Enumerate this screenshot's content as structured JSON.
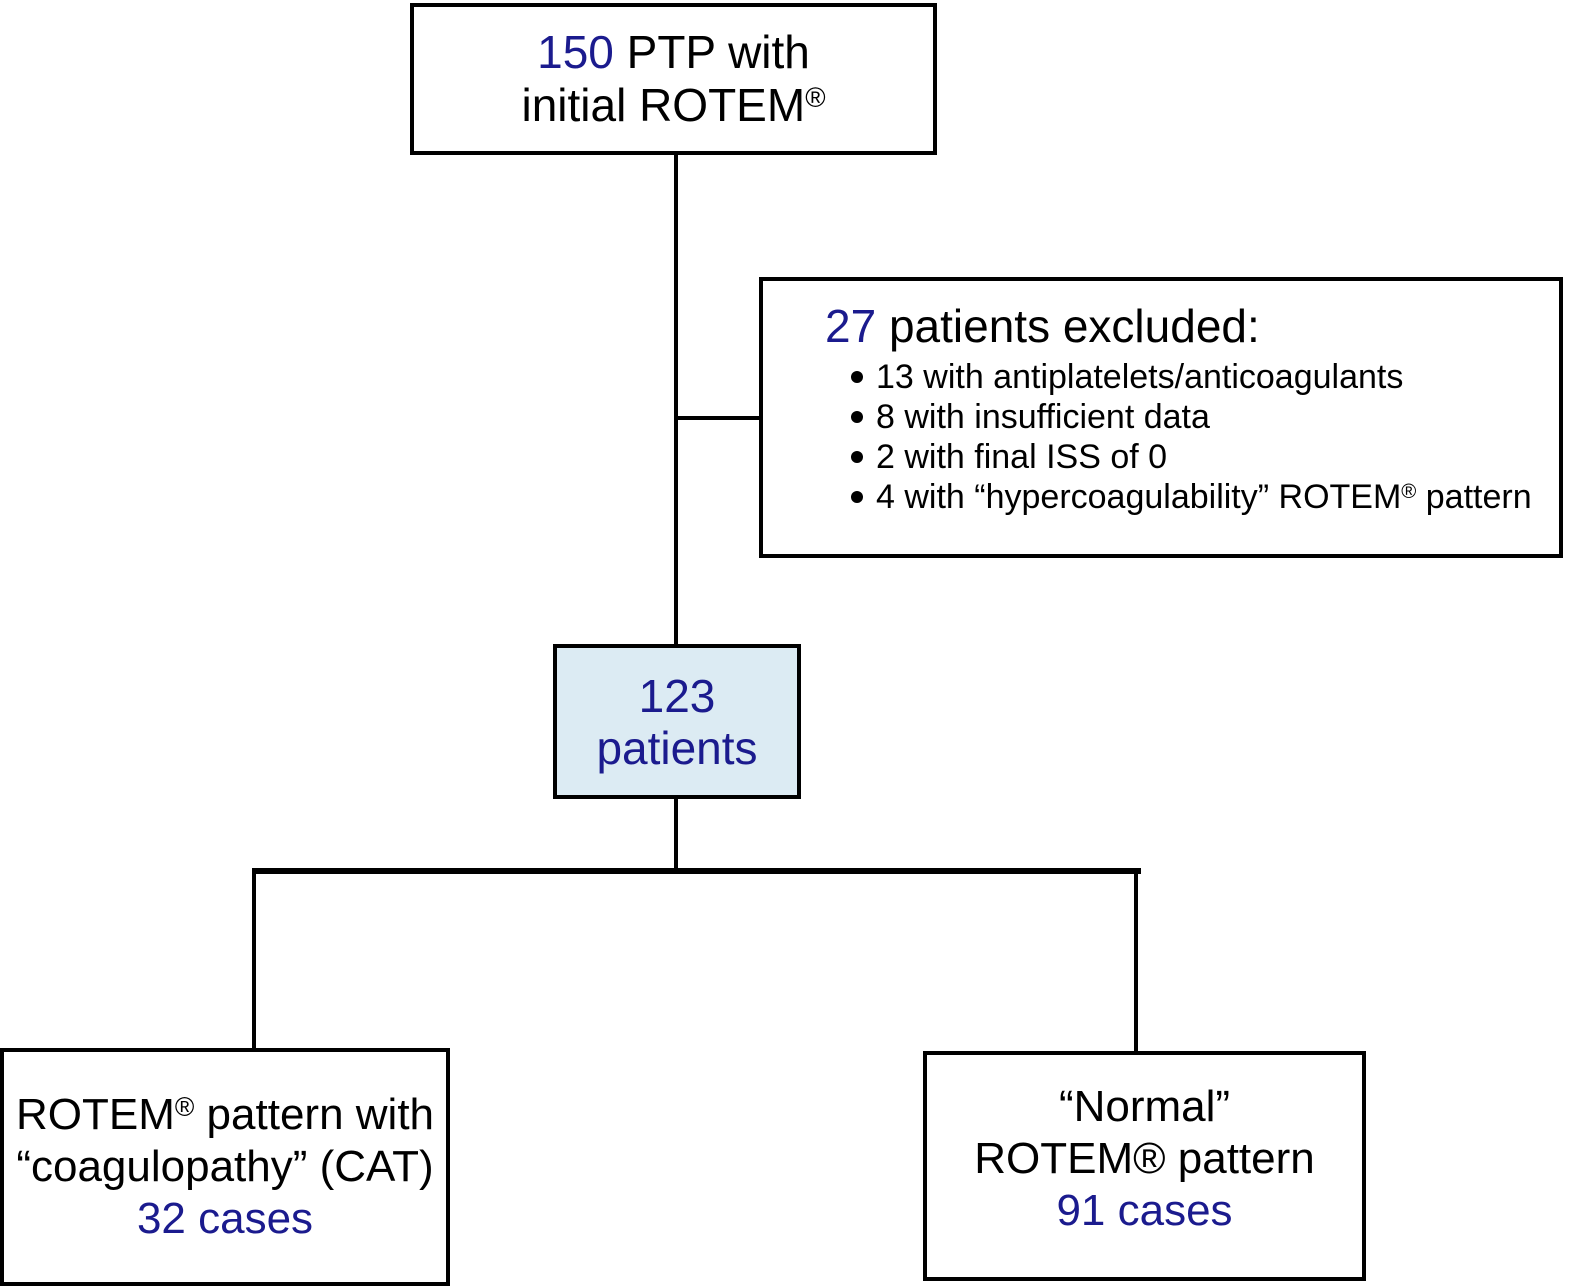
{
  "colors": {
    "accent_navy": "#1b1b8e",
    "patients_box_fill": "#dcebf3",
    "line_and_border": "#000000",
    "background": "#ffffff"
  },
  "top_box": {
    "count": "150",
    "after_count": " PTP with",
    "line2": "initial ROTEM",
    "line2_sup": "®"
  },
  "excluded_box": {
    "count": "27",
    "after_count": " patients excluded:",
    "bullets": [
      {
        "pre": "13 with antiplatelets/anticoagulants"
      },
      {
        "pre": "8 with insufficient data"
      },
      {
        "pre": "2 with final ISS of 0"
      },
      {
        "pre": "4 with “hypercoagulability” ROTEM",
        "sup": "®",
        "post": " pattern"
      }
    ]
  },
  "patients_box": {
    "count": "123",
    "label": "patients"
  },
  "cat_box": {
    "line1_pre": "ROTEM",
    "line1_sup": "®",
    "line1_post": " pattern with",
    "line2": "“coagulopathy” (CAT)",
    "cases": "32 cases"
  },
  "normal_box": {
    "line1": "“Normal”",
    "line2": "ROTEM® pattern",
    "cases": "91 cases"
  }
}
